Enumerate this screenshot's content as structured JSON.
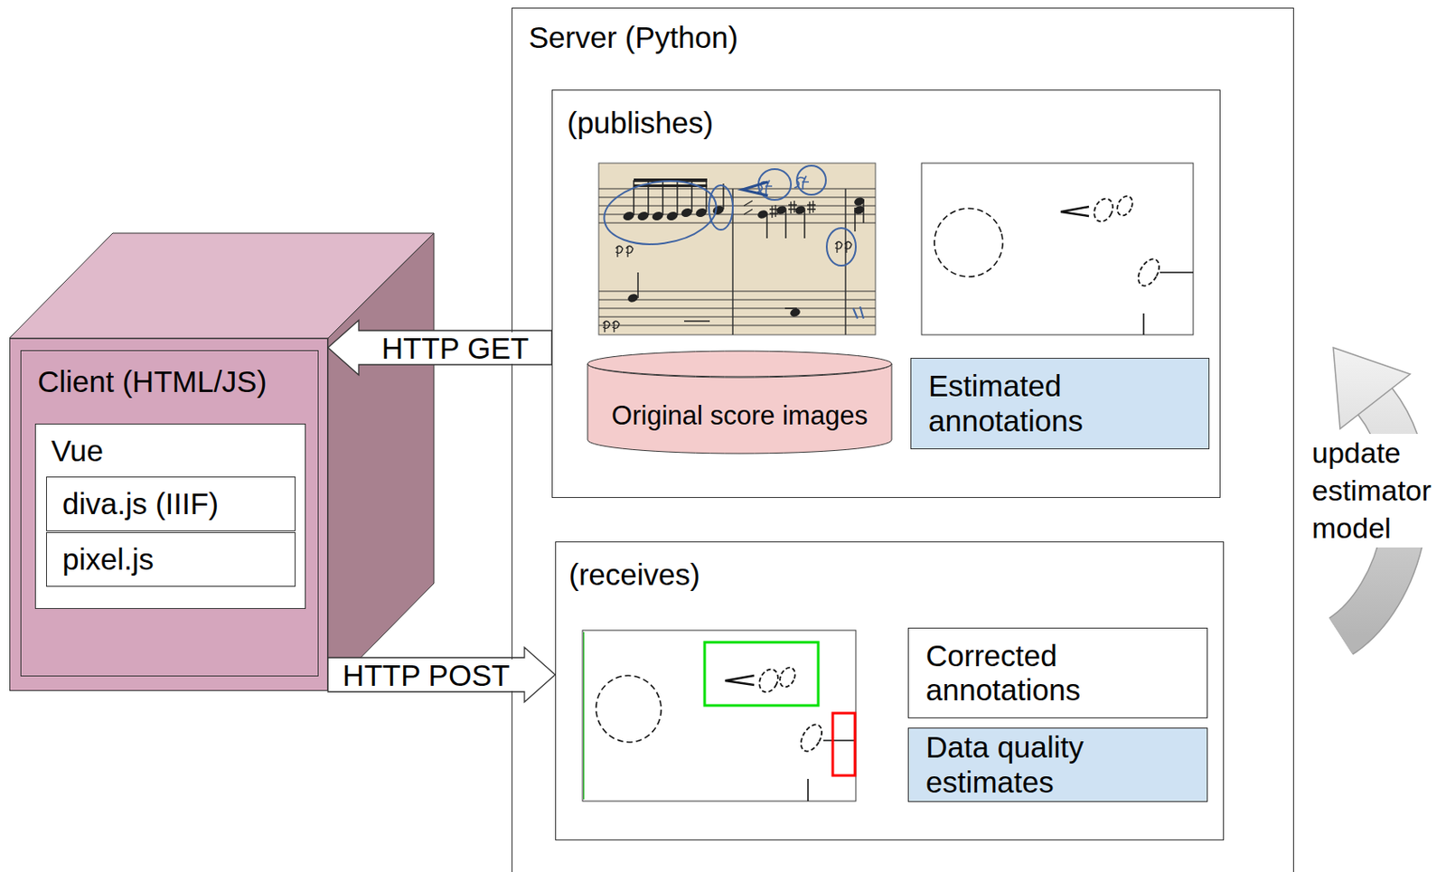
{
  "diagram": {
    "nodes": [
      {
        "text": [
          "Client (HTML/JS)"
        ]
      },
      {
        "text": [
          "Vue"
        ],
        "in": 0
      },
      {
        "text": [
          "diva.js (IIIF)"
        ],
        "in": 1
      },
      {
        "text": [
          "pixel.js"
        ],
        "in": 1
      },
      {
        "text": [
          "Server (Python)"
        ]
      },
      {
        "text": [
          "(publishes)"
        ],
        "in": 4
      },
      {
        "text": [
          "Original score images"
        ],
        "in": 5
      },
      {
        "text": [
          "Estimated annotations"
        ],
        "in": 5
      },
      {
        "text": [
          "(receives)"
        ],
        "in": 4
      },
      {
        "text": [
          "Corrected annotations"
        ],
        "in": 8
      },
      {
        "text": [
          "Data quality estimates"
        ],
        "in": 8
      }
    ],
    "edges": [
      {
        "from": 5,
        "to": 0,
        "label": "HTTP GET",
        "arrow": "to"
      },
      {
        "from": 0,
        "to": 8,
        "label": "HTTP POST",
        "arrow": "to"
      }
    ],
    "labels": [
      "update estimator model"
    ]
  }
}
